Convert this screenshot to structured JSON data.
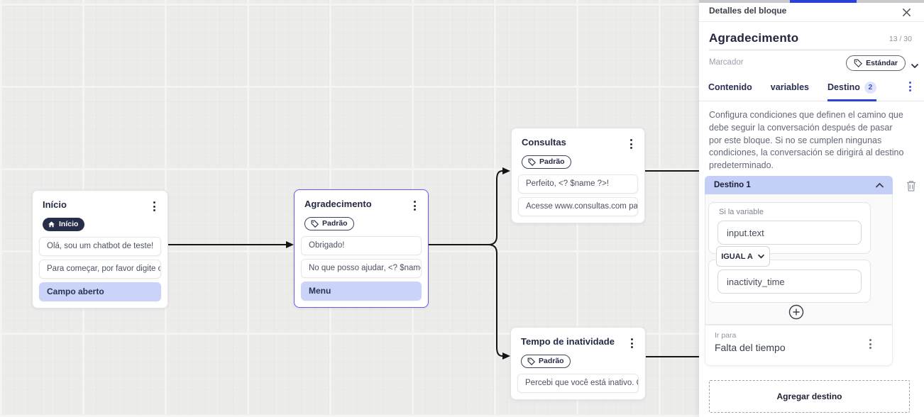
{
  "colors": {
    "accent_blue": "#2c44d8",
    "highlight_row": "#c9d4f8",
    "selected_node_border": "#6a5ae8",
    "destination_header": "#c3cff6",
    "dark_badge": "#272e4a"
  },
  "canvas": {
    "nodes": {
      "inicio": {
        "title": "Início",
        "badge": "Início",
        "rows": [
          "Olá, sou um chatbot de teste!",
          "Para começar, por favor digite o ...",
          "Campo aberto"
        ]
      },
      "agradecimento": {
        "title": "Agradecimento",
        "badge": "Padrão",
        "rows": [
          "Obrigado!",
          "No que posso ajudar, <? $name ...",
          "Menu"
        ]
      },
      "consultas": {
        "title": "Consultas",
        "badge": "Padrão",
        "rows": [
          "Perfeito, <? $name ?>!",
          "Acesse www.consultas.com par..."
        ]
      },
      "tempo": {
        "title": "Tempo de inatividade",
        "badge": "Padrão",
        "rows": [
          "Percebi que você está inativo. C..."
        ]
      }
    }
  },
  "panel": {
    "header": {
      "title": "Detalles del bloque"
    },
    "block": {
      "name": "Agradecimento",
      "counter": "13 / 30"
    },
    "marker": {
      "label": "Marcador",
      "value": "Estándar"
    },
    "tabs": {
      "contenido": "Contenido",
      "variables": "variables",
      "destino": "Destino",
      "destino_badge": "2"
    },
    "description": "Configura condiciones que definen el camino que debe seguir la conversación después de pasar por este bloque. Si no se cumplen ningunas condiciones, la conversación se dirigirá al destino predeterminado.",
    "destination": {
      "title": "Destino 1",
      "condition_label": "Si la variable",
      "variable_value": "input.text",
      "operator": "IGUAL A",
      "compare_value": "inactivity_time",
      "go_to_label": "Ir para",
      "go_to_value": "Falta del tiempo"
    },
    "add_button": "Agregar destino"
  }
}
